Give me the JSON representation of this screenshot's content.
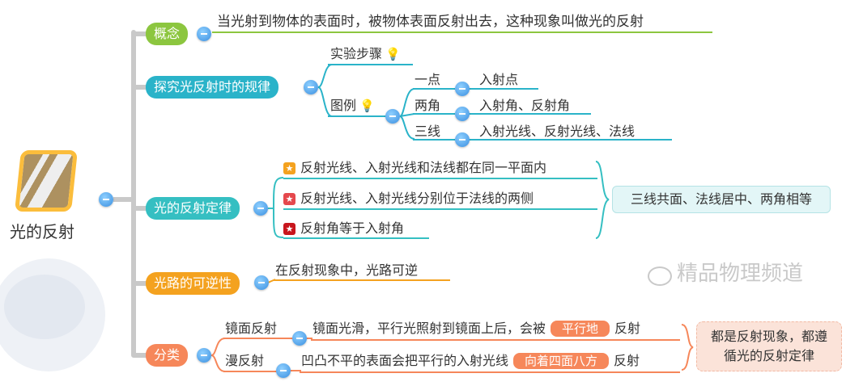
{
  "root": {
    "title": "光的反射"
  },
  "watermark": "精品物理频道",
  "colors": {
    "green": "#8cc63f",
    "teal": "#2ab3c9",
    "teal2": "#35bfc2",
    "orange": "#f4a21f",
    "coral": "#f6875a",
    "control": "#3a8fe0"
  },
  "branches": {
    "concept": {
      "label": "概念",
      "text": "当光射到物体的表面时，被物体表面反射出去，这种现象叫做光的反射"
    },
    "explore": {
      "label": "探究光反射时的规律",
      "steps": "实验步骤",
      "legend": "图例",
      "items": [
        {
          "key": "一点",
          "value": "入射点"
        },
        {
          "key": "两角",
          "value": "入射角、反射角"
        },
        {
          "key": "三线",
          "value": "入射光线、反射光线、法线"
        }
      ]
    },
    "law": {
      "label": "光的反射定律",
      "items": [
        {
          "text": "反射光线、入射光线和法线都在同一平面内",
          "icon": "star-orange"
        },
        {
          "text": "反射光线、入射光线分别位于法线的两侧",
          "icon": "star-red"
        },
        {
          "text": "反射角等于入射角",
          "icon": "star-darkred"
        }
      ],
      "summary": "三线共面、法线居中、两角相等"
    },
    "reversible": {
      "label": "光路的可逆性",
      "text": "在反射现象中，光路可逆"
    },
    "classify": {
      "label": "分类",
      "specular": {
        "label": "镜面反射",
        "pre": "镜面光滑，平行光照射到镜面上后，会被",
        "pill": "平行地",
        "post": "反射"
      },
      "diffuse": {
        "label": "漫反射",
        "pre": "凹凸不平的表面会把平行的入射光线",
        "pill": "向着四面八方",
        "post": "反射"
      },
      "summary": "都是反射现象，都遵循光的反射定律"
    }
  }
}
